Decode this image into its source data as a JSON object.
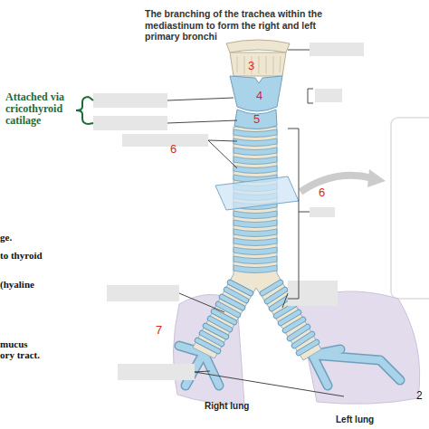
{
  "diagram": {
    "title": "The branching of the trachea within the mediastinum to form the right and left primary bronchi",
    "labels": [
      "3",
      "4",
      "Attached via cricothyroid catilage",
      "5",
      "6",
      "6",
      "ge.",
      "to thyroid",
      "(hyaline",
      "7",
      "mucus",
      "ory tract.",
      "2",
      "Right lung",
      "Left lung"
    ]
  }
}
